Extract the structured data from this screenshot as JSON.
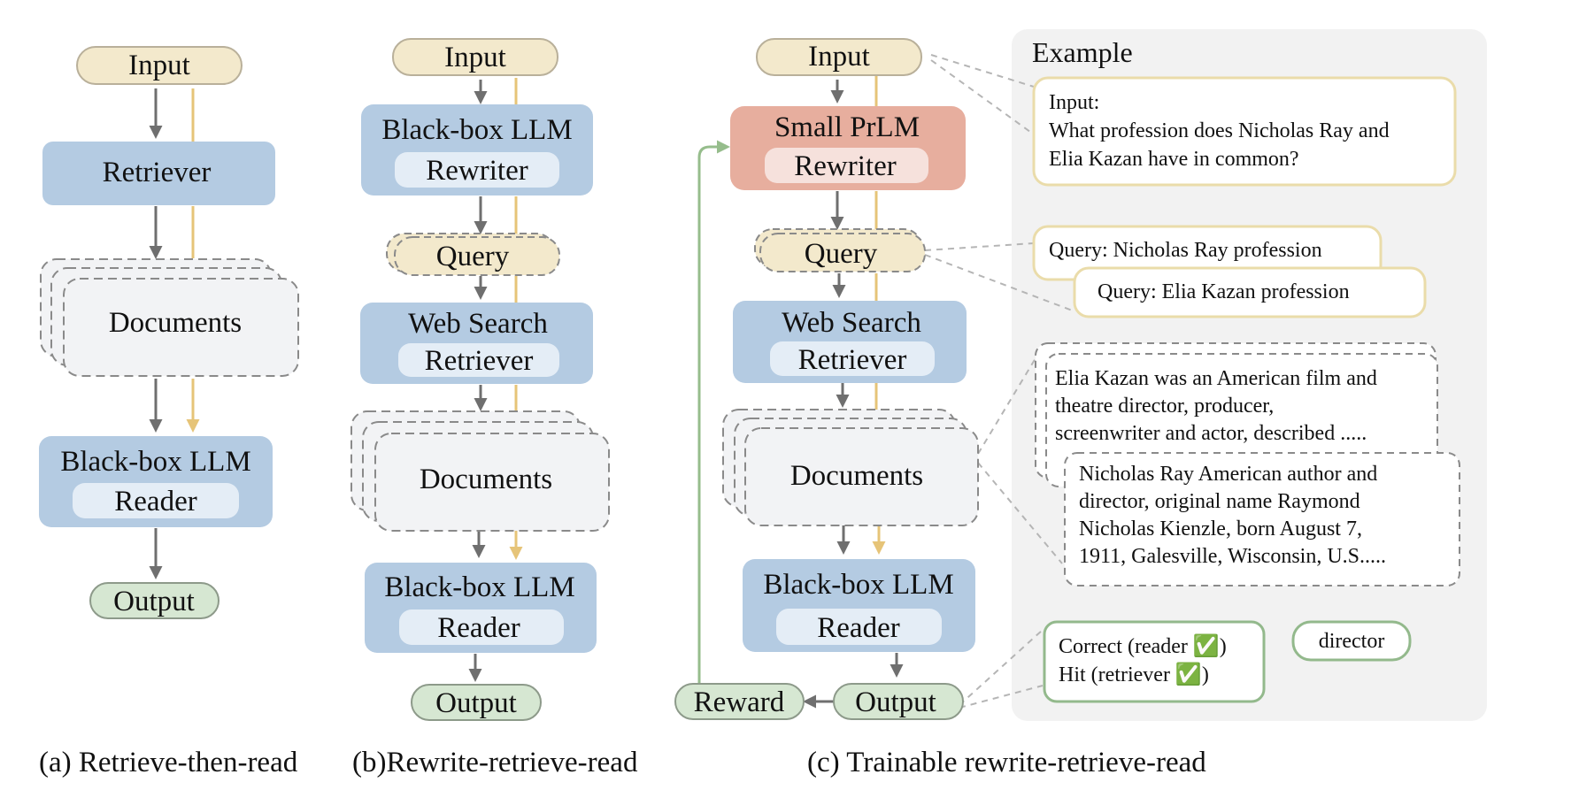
{
  "colors": {
    "input_fill": "#f3e9cc",
    "input_stroke": "#b9b09a",
    "blue_fill": "#b4cbe2",
    "blue_inner": "#e4edf6",
    "salmon_fill": "#e7ae9e",
    "salmon_inner": "#f6e1dc",
    "output_fill": "#d6e7d2",
    "output_stroke": "#8d9a8a",
    "docs_fill": "#f2f3f5",
    "gray_arrow": "#6f6f6f",
    "gold_arrow": "#e6c478",
    "green_arrow": "#96bd8c",
    "example_bg": "#f2f2f2",
    "gold_border": "#eadcaa",
    "green_border": "#93b98c"
  },
  "panel_a": {
    "input": "Input",
    "retriever": "Retriever",
    "documents": "Documents",
    "reader_title": "Black-box LLM",
    "reader_sub": "Reader",
    "output": "Output",
    "caption": "(a) Retrieve-then-read"
  },
  "panel_b": {
    "input": "Input",
    "rewriter_title": "Black-box LLM",
    "rewriter_sub": "Rewriter",
    "query": "Query",
    "retriever_title": "Web Search",
    "retriever_sub": "Retriever",
    "documents": "Documents",
    "reader_title": "Black-box LLM",
    "reader_sub": "Reader",
    "output": "Output",
    "caption": "(b)Rewrite-retrieve-read"
  },
  "panel_c": {
    "input": "Input",
    "rewriter_title": "Small PrLM",
    "rewriter_sub": "Rewriter",
    "query": "Query",
    "retriever_title": "Web Search",
    "retriever_sub": "Retriever",
    "documents": "Documents",
    "reader_title": "Black-box LLM",
    "reader_sub": "Reader",
    "output": "Output",
    "reward": "Reward",
    "caption": "(c) Trainable rewrite-retrieve-read"
  },
  "example": {
    "title": "Example",
    "input_lines": [
      "Input:",
      "What profession does Nicholas Ray and",
      "Elia Kazan have in common?"
    ],
    "query1": "Query: Nicholas Ray profession",
    "query2": "Query: Elia Kazan profession",
    "doc1_lines": [
      "Elia Kazan was an American film and",
      "theatre director, producer,",
      "screenwriter and actor, described  ....."
    ],
    "doc2_lines": [
      "Nicholas Ray American author and",
      "director, original name Raymond",
      "Nicholas Kienzle, born August 7,",
      "1911, Galesville, Wisconsin, U.S....."
    ],
    "feedback_lines": [
      "Correct (reader ✅)",
      "Hit (retriever ✅)"
    ],
    "answer": "director"
  }
}
